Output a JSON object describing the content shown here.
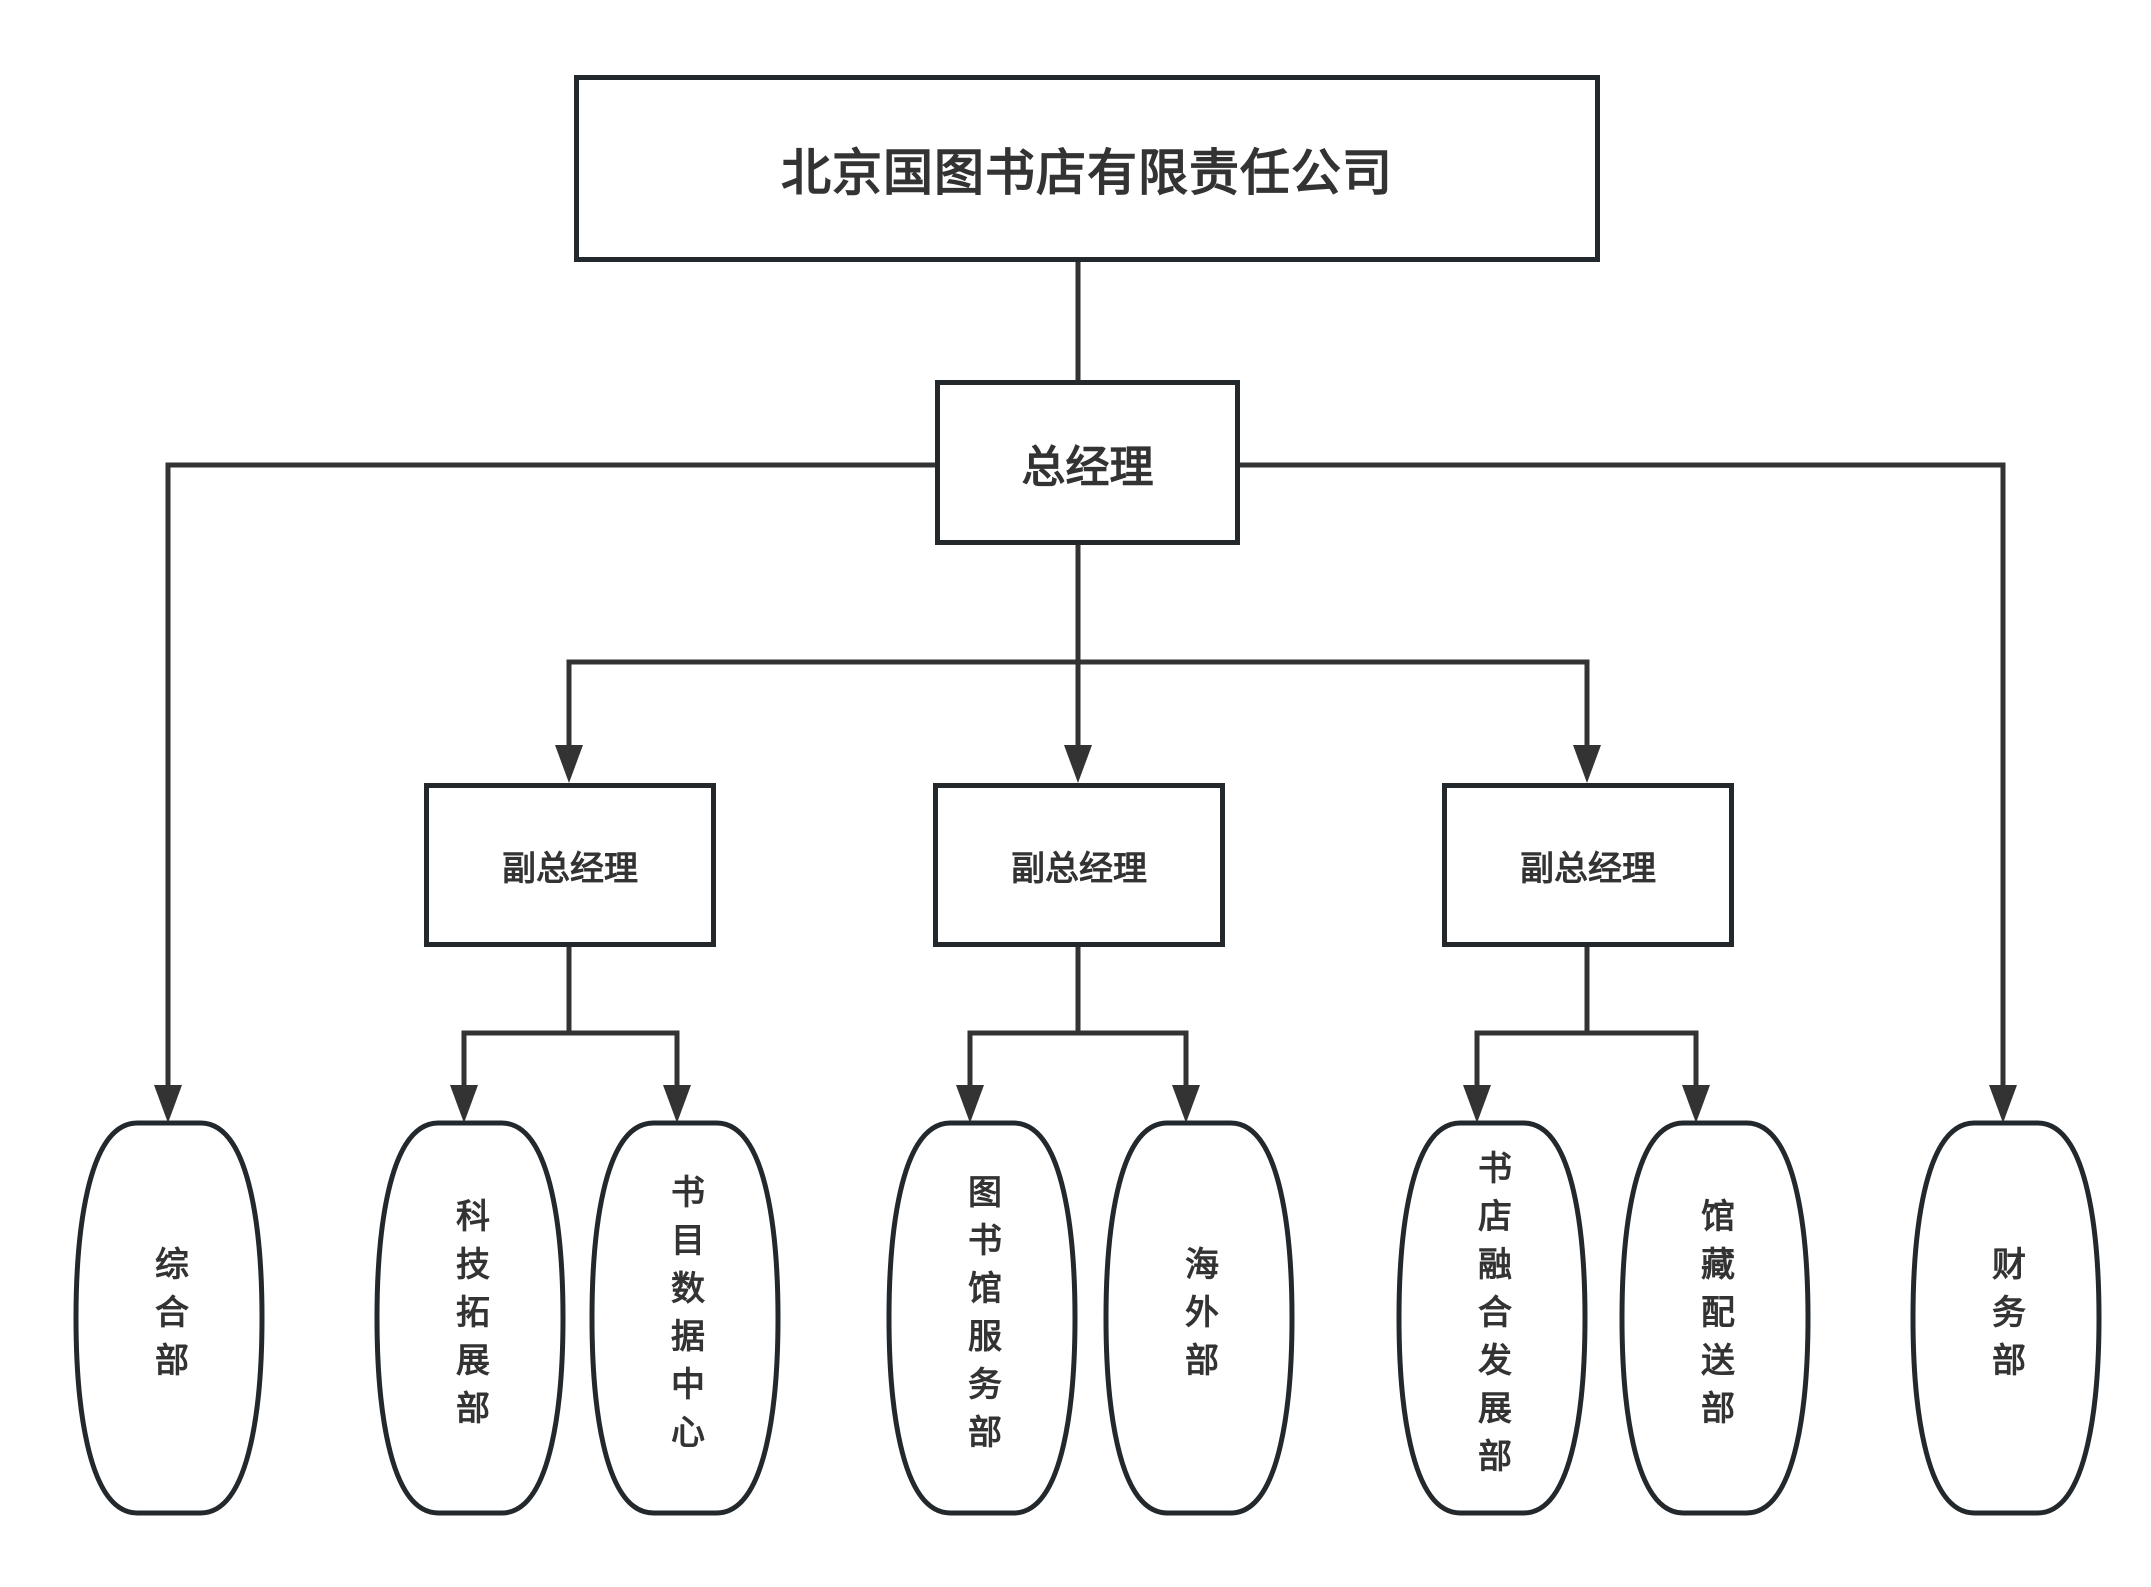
{
  "diagram": {
    "type": "org-chart",
    "line_color": "#333333",
    "border_color": "#23282d",
    "text_color": "#333333",
    "root": {
      "label": "北京国图书店有限责任公司"
    },
    "general_manager": {
      "label": "总经理"
    },
    "direct_departments": [
      {
        "label": "综合部"
      },
      {
        "label": "财务部"
      }
    ],
    "vice_managers": [
      {
        "label": "副总经理",
        "departments": [
          {
            "label": "科技拓展部"
          },
          {
            "label": "书目数据中心"
          }
        ]
      },
      {
        "label": "副总经理",
        "departments": [
          {
            "label": "图书馆服务部"
          },
          {
            "label": "海外部"
          }
        ]
      },
      {
        "label": "副总经理",
        "departments": [
          {
            "label": "书店融合发展部"
          },
          {
            "label": "馆藏配送部"
          }
        ]
      }
    ]
  }
}
